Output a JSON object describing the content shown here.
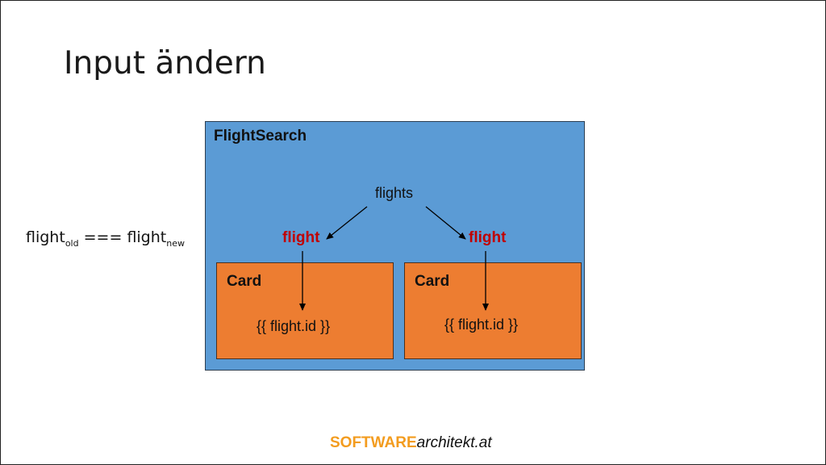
{
  "slide": {
    "title": "Input ändern",
    "formula": {
      "left_base": "flight",
      "left_sub": "old",
      "operator": " === ",
      "right_base": "flight",
      "right_sub": "new"
    }
  },
  "diagram": {
    "container_label": "FlightSearch",
    "source_label": "flights",
    "left_property": "flight",
    "right_property": "flight",
    "cards": [
      {
        "label": "Card",
        "binding": "{{ flight.id }}"
      },
      {
        "label": "Card",
        "binding": "{{ flight.id }}"
      }
    ]
  },
  "brand": {
    "part1": "SOFTWARE",
    "part2": "architekt.at"
  },
  "colors": {
    "container": "#5b9bd5",
    "card": "#ed7d31",
    "property": "#c00000",
    "brand_accent": "#f39c1f"
  }
}
